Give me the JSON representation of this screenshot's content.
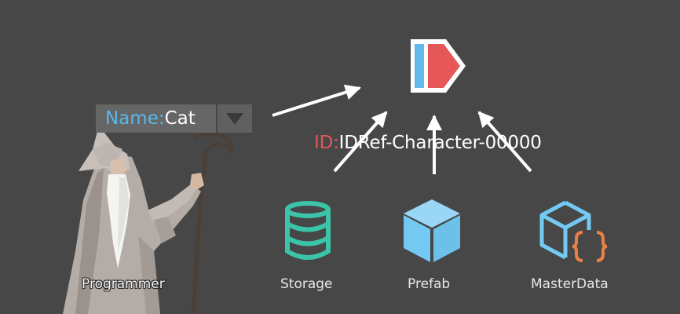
{
  "dropdown": {
    "key_label": "Name:",
    "value": "Cat"
  },
  "id_label": {
    "key": "ID:",
    "value": "IDRef-Character-00000"
  },
  "nodes": {
    "programmer": "Programmer",
    "storage": "Storage",
    "prefab": "Prefab",
    "master_data": "MasterData"
  },
  "icons": {
    "idref": "idref-logo-icon",
    "storage": "database-icon",
    "prefab": "cube-icon",
    "master_data": "cube-braces-icon",
    "programmer": "wizard-illustration"
  },
  "colors": {
    "background": "#474747",
    "id_red": "#e05858",
    "name_blue": "#5ab8ec",
    "storage_teal": "#3cc4a8",
    "prefab_blue": "#74c9f2",
    "braces_orange": "#e9804a"
  }
}
